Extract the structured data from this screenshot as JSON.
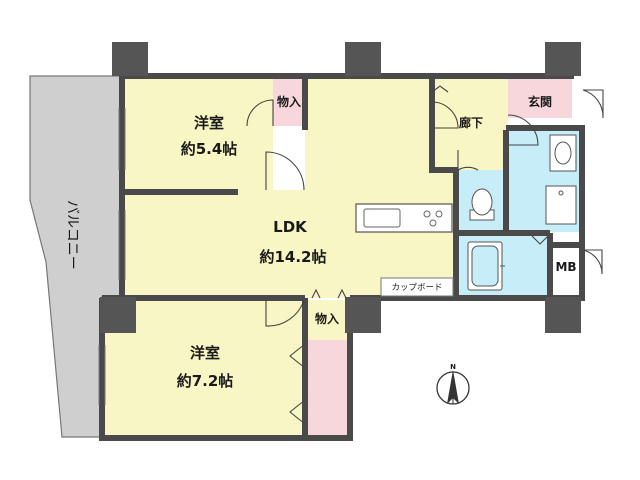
{
  "rooms": {
    "western_room_1": {
      "name": "洋室",
      "area": "約5.4帖"
    },
    "western_room_2": {
      "name": "洋室",
      "area": "約7.2帖"
    },
    "ldk": {
      "name": "LDK",
      "area": "約14.2帖"
    },
    "closet_1": "物入",
    "closet_2": "物入",
    "hallway": "廊下",
    "entrance": "玄関",
    "balcony": "バルコニー",
    "meter_box": "MB",
    "cupboard": "カップボード"
  },
  "compass": {
    "north_label": "N"
  },
  "colors": {
    "room_yellow": "#f7f6c4",
    "wet_area_blue": "#c7eef8",
    "entrance_pink": "#f8d7dc",
    "balcony_gray": "#cfcfcf",
    "wall": "#4a4a4a"
  }
}
